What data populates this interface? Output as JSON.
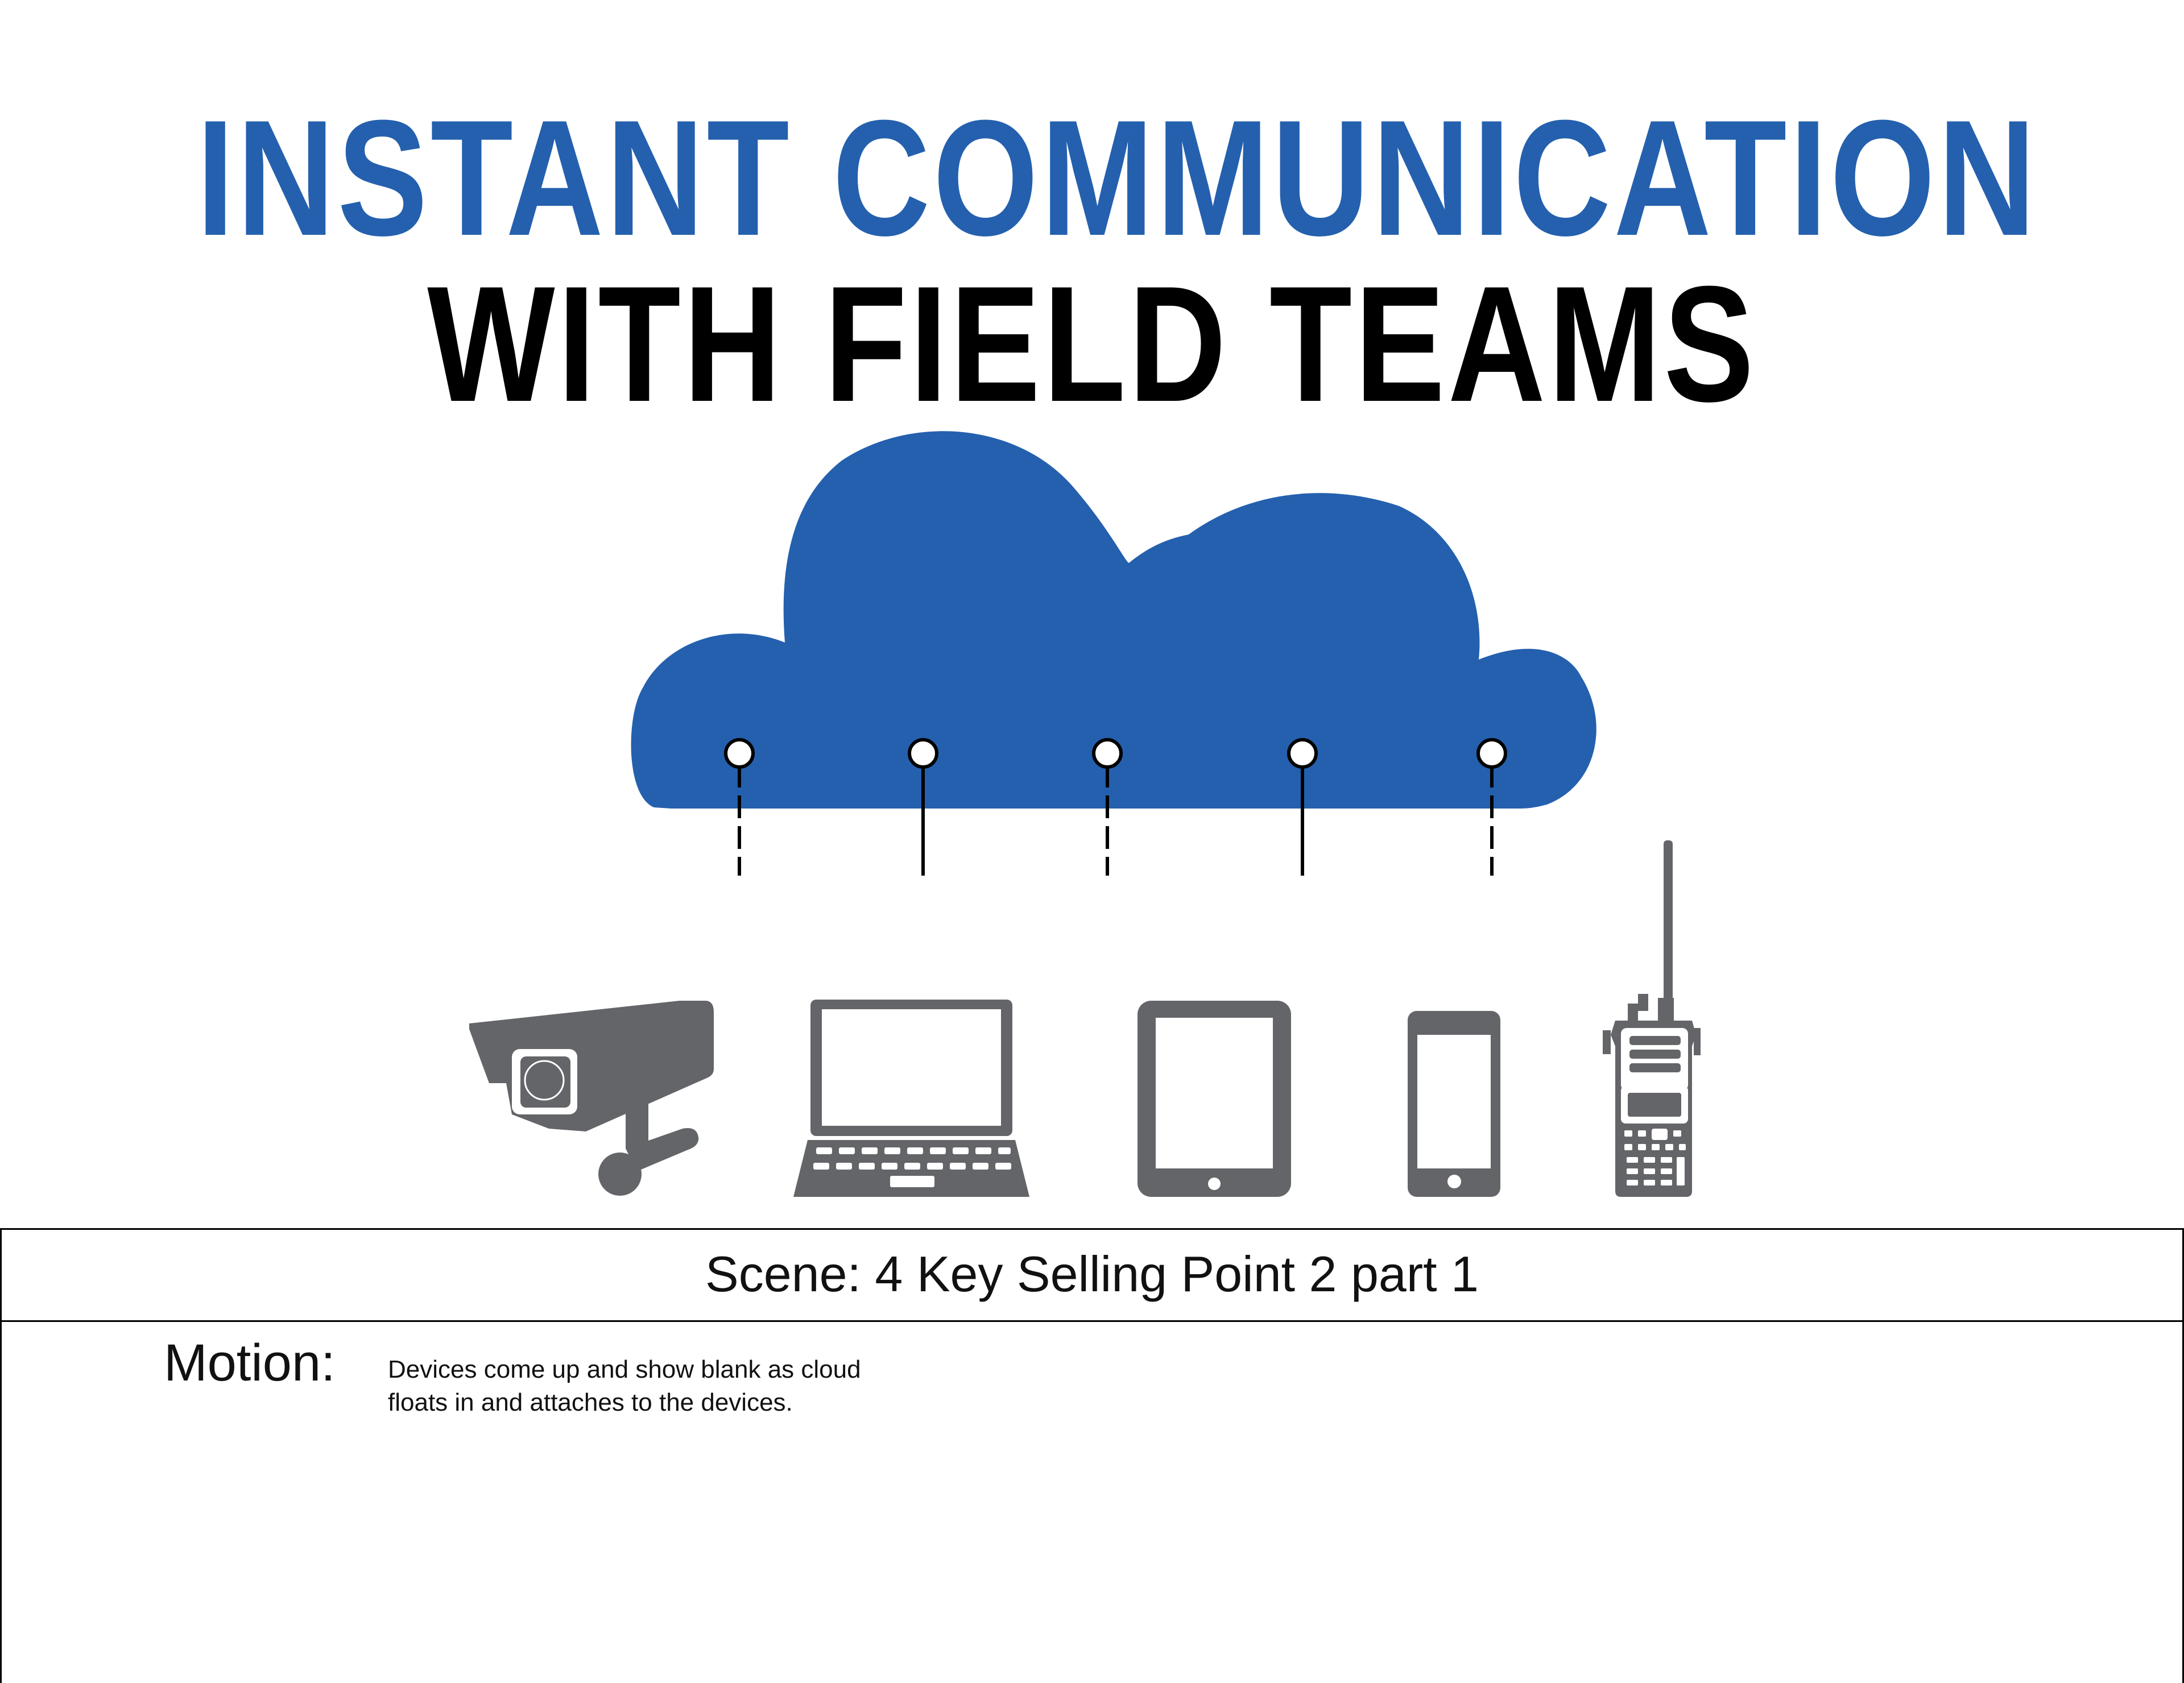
{
  "title": {
    "line1": "INSTANT COMMUNICATION",
    "line2": "WITH FIELD TEAMS"
  },
  "colors": {
    "brand_blue": "#2460ae",
    "device_gray": "#646569",
    "text": "#000000"
  },
  "devices": [
    {
      "name": "security-camera",
      "icon": "cctv-camera-icon"
    },
    {
      "name": "laptop",
      "icon": "laptop-icon"
    },
    {
      "name": "tablet",
      "icon": "tablet-icon"
    },
    {
      "name": "smartphone",
      "icon": "smartphone-icon"
    },
    {
      "name": "two-way-radio",
      "icon": "radio-icon"
    }
  ],
  "cloud": {
    "icon": "cloud-icon",
    "connectors": 5
  },
  "scene": {
    "label": "Scene: 4 Key Selling Point 2 part 1"
  },
  "motion": {
    "heading": "Motion:",
    "line1": "Devices come up and show blank as cloud",
    "line2": "floats in and attaches to the devices."
  }
}
